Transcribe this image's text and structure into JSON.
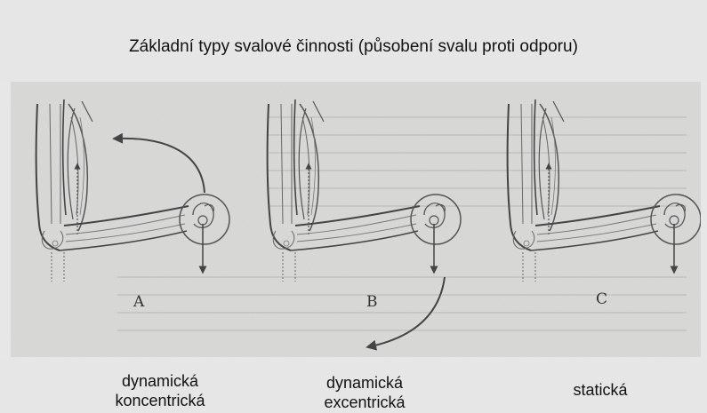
{
  "title": "Základní typy svalové činnosti (působení svalu proti odporu)",
  "panels": [
    {
      "letter": "A",
      "caption_line1": "dynamická",
      "caption_line2": "koncentrická"
    },
    {
      "letter": "B",
      "caption_line1": "dynamická",
      "caption_line2": "excentrická"
    },
    {
      "letter": "C",
      "caption_line1": "",
      "caption_line2": "statická"
    }
  ]
}
